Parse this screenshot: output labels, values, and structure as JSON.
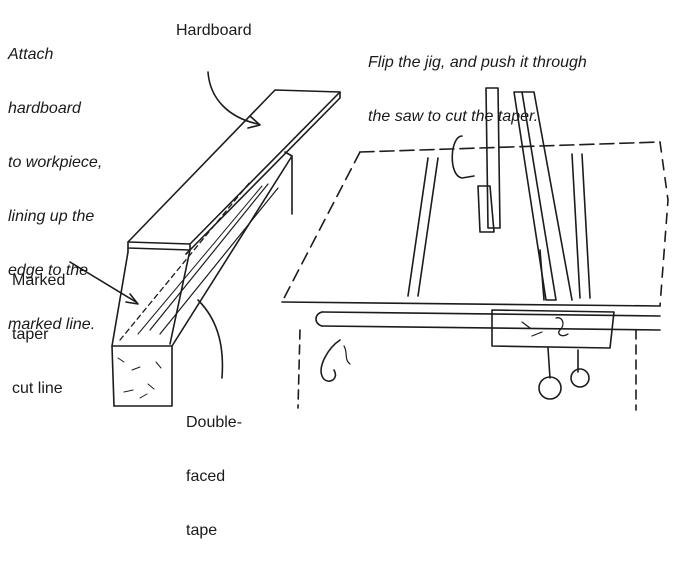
{
  "left_panel": {
    "instruction_lines": [
      "Attach",
      "hardboard",
      "to workpiece,",
      "lining up the",
      "edge to the",
      "marked line."
    ],
    "label_hardboard": "Hardboard",
    "label_marked_lines": [
      "Marked",
      "taper",
      "cut line"
    ],
    "label_tape_lines": [
      "Double-",
      "faced",
      "tape"
    ]
  },
  "right_panel": {
    "instruction_lines": [
      "Flip the jig, and push it through",
      "the saw to cut the taper."
    ]
  },
  "colors": {
    "ink": "#1c1c1c",
    "paper": "#ffffff"
  }
}
